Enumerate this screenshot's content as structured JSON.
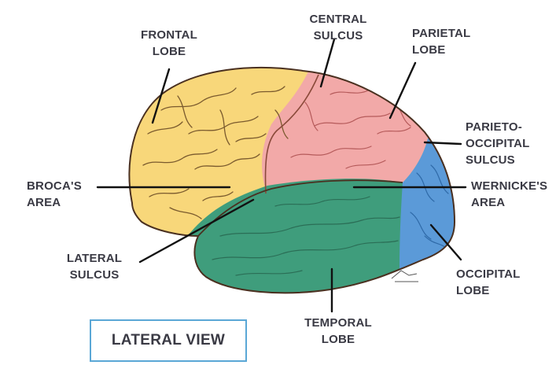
{
  "labels": {
    "frontal_lobe": [
      "FRONTAL",
      "LOBE"
    ],
    "central_sulcus": [
      "CENTRAL",
      "SULCUS"
    ],
    "parietal_lobe": [
      "PARIETAL",
      "LOBE"
    ],
    "parieto_occipital_sulcus": [
      "PARIETO-",
      "OCCIPITAL",
      "SULCUS"
    ],
    "brocas_area": [
      "BROCA'S",
      "AREA"
    ],
    "wernickes_area": [
      "WERNICKE'S",
      "AREA"
    ],
    "lateral_sulcus": [
      "LATERAL",
      "SULCUS"
    ],
    "occipital_lobe": [
      "OCCIPITAL",
      "LOBE"
    ],
    "temporal_lobe": [
      "TEMPORAL",
      "LOBE"
    ]
  },
  "view_title": "LATERAL VIEW",
  "colors": {
    "frontal": "#f8d77a",
    "parietal": "#f2a9a8",
    "temporal": "#3f9d7c",
    "occipital": "#5b9ad8",
    "outline": "#4a3020",
    "sulci": "#7a5a2e",
    "leader": "#111111",
    "box_border": "#5aa7d6"
  }
}
